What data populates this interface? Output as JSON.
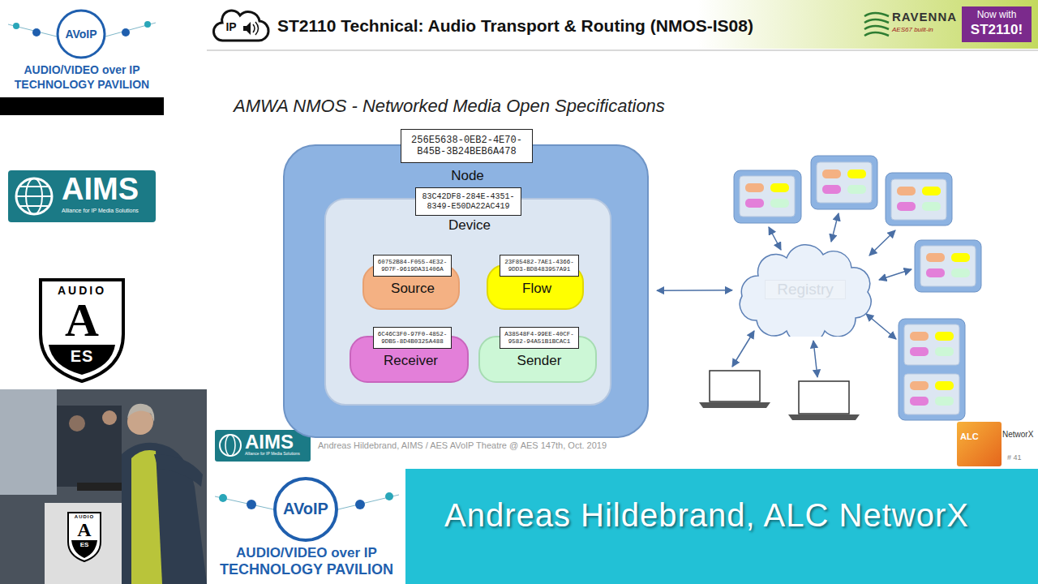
{
  "diagram": {
    "title": "ST2110 Technical: Audio Transport & Routing (NMOS-IS08)",
    "nodes": [
      {
        "text": [
          "256E5638-0EB2-4E70-B45B-3B24BEB6A478",
          "Node"
        ]
      },
      {
        "text": [
          "83C42DF8-284E-4351-8349-E50DA22AC419",
          "Device"
        ],
        "in": 0
      },
      {
        "text": [
          "60752B84-F055-4E32-9D7F-9619DA31406A",
          "Source"
        ],
        "in": 1
      },
      {
        "text": [
          "23F85482-7AE1-4366-9DD3-BD8483957A91",
          "Flow"
        ],
        "in": 1
      },
      {
        "text": [
          "6C46C3F0-97F0-4852-9DB5-8D4B0325A488",
          "Receiver"
        ],
        "in": 1
      },
      {
        "text": [
          "A38548F4-99EE-40CF-9582-94A51B1BCAC1",
          "Sender"
        ],
        "in": 1
      },
      {
        "text": [
          "Registry"
        ]
      }
    ],
    "edges": [
      {
        "from": 0,
        "to": 6,
        "arrow": "both"
      }
    ],
    "labels": [
      "IP",
      "RAVENNA",
      "AES67 built-in",
      "Now with",
      "ST2110!",
      "AMWA NMOS - Networked Media Open Specifications",
      "AVoIP",
      "AUDIO/VIDEO over IP",
      "TECHNOLOGY PAVILION",
      "AIMS",
      "Alliance for IP Media Solutions",
      "AUDIO",
      "A",
      "ES",
      "AIMS",
      "Alliance for IP Media Solutions",
      "Andreas Hildebrand, AIMS / AES AVoIP Theatre @ AES 147th, Oct. 2019",
      "ALC",
      "NetworX",
      "# 41",
      "AVoIP",
      "AUDIO/VIDEO over IP",
      "TECHNOLOGY PAVILION",
      "Andreas Hildebrand, ALC NetworX",
      "AUDIO",
      "A",
      "ES"
    ]
  }
}
